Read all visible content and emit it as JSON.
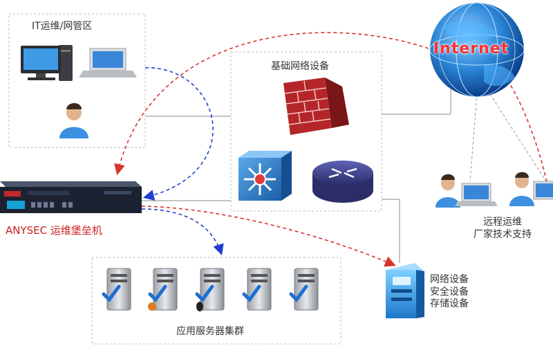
{
  "zones": {
    "it_ops": "IT运维/网管区",
    "infra": "基础网络设备",
    "servers": "应用服务器集群"
  },
  "nodes": {
    "internet": "Internet",
    "bastion": "ANYSEC 运维堡垒机",
    "remote_line1": "远程运维",
    "remote_line2": "厂家技术支持",
    "devices_line1": "网络设备",
    "devices_line2": "安全设备",
    "devices_line3": "存储设备"
  },
  "colors": {
    "red_dashed": "#d8322e",
    "blue_dashed": "#1f3fd0",
    "bastion_text": "#cc1f1f",
    "globe": "#1e6fc8",
    "firewall": "#b5262a",
    "switch": "#2c78c7",
    "router": "#3a3f86"
  }
}
